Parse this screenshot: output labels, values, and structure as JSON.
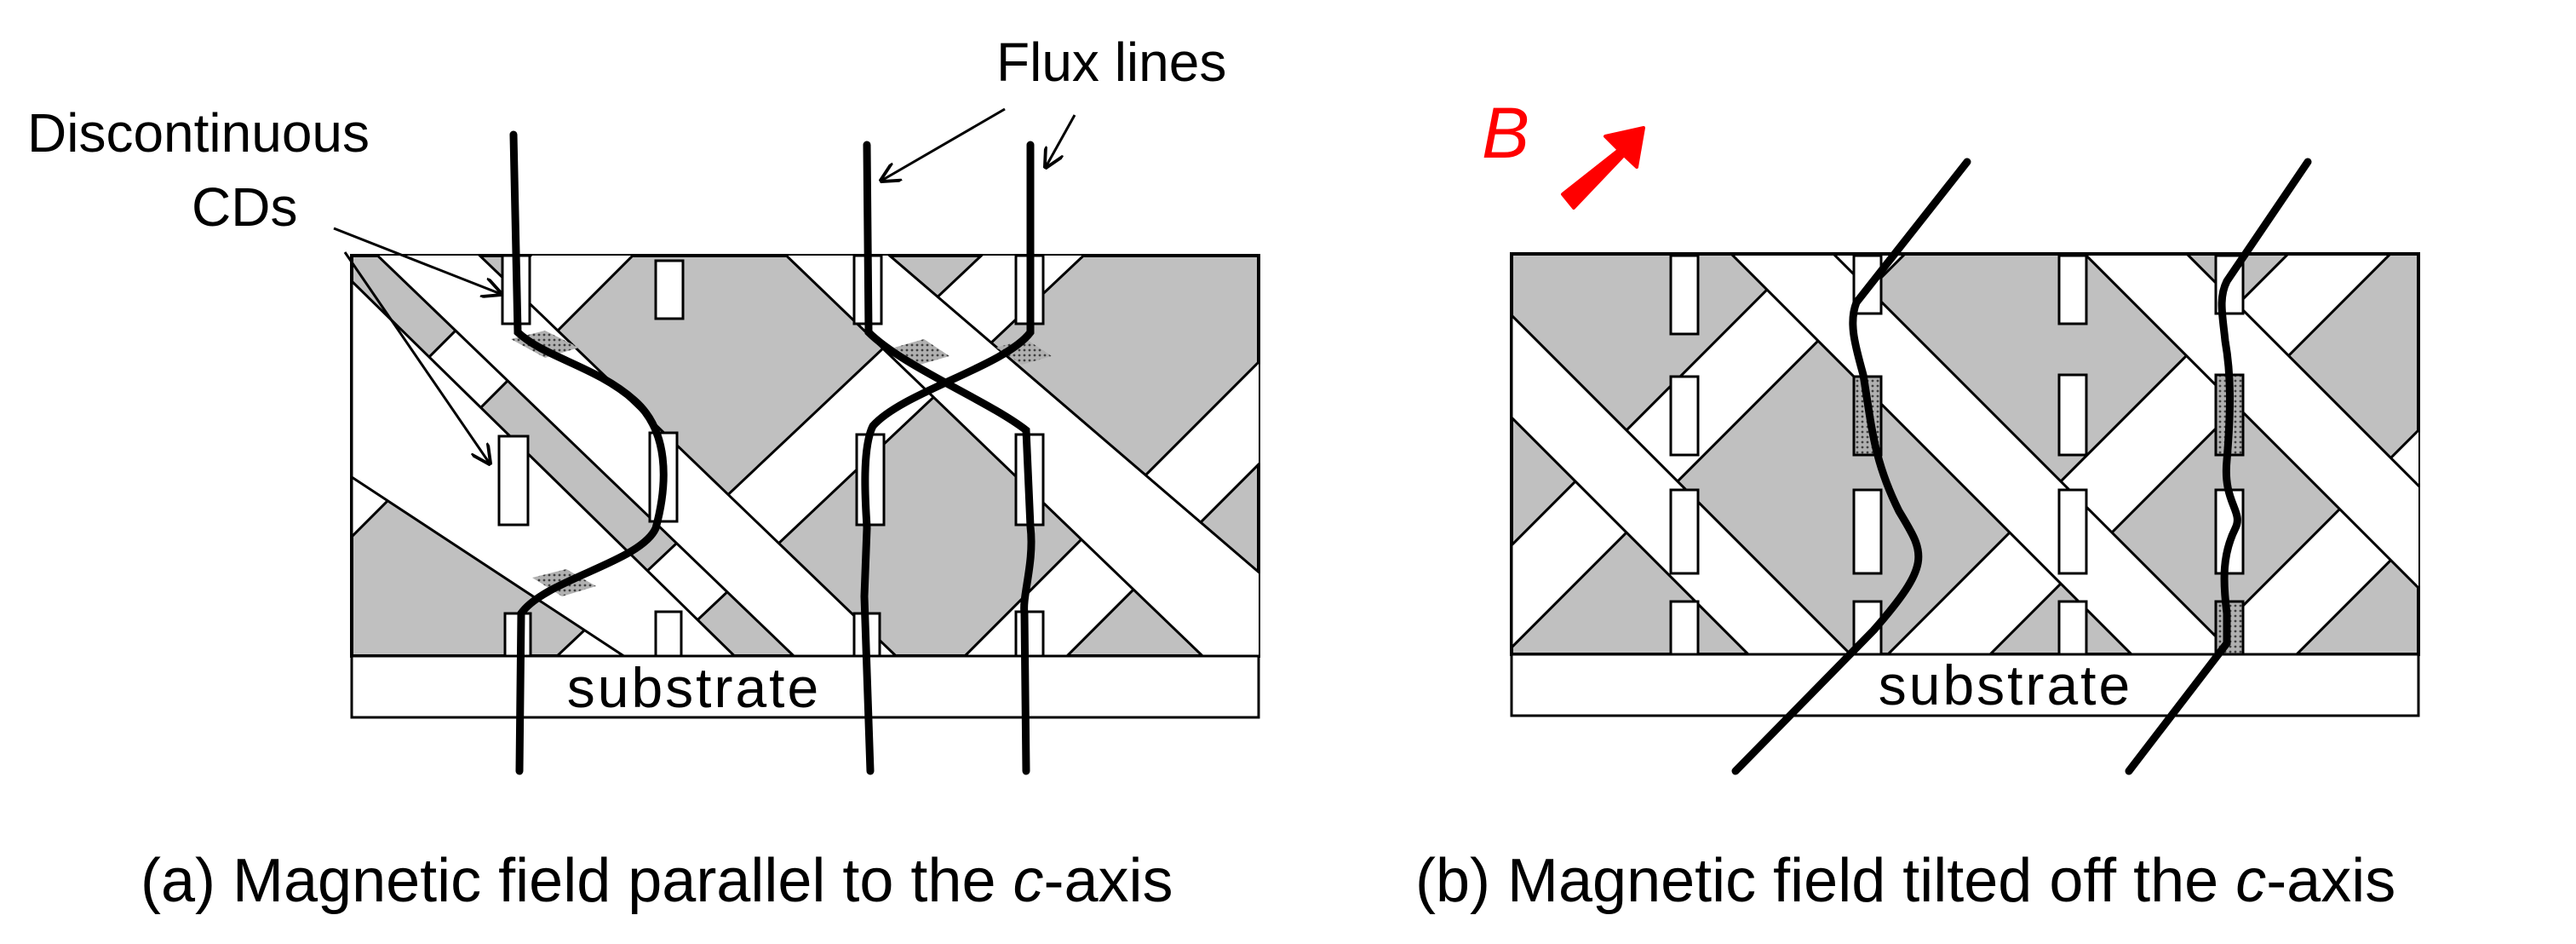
{
  "labels": {
    "flux_lines": "Flux lines",
    "discontinuous_line1": "Discontinuous",
    "discontinuous_line2": "CDs",
    "substrate_a": "substrate",
    "substrate_b": "substrate",
    "field_symbol": "B"
  },
  "captions": {
    "a_pre": "(a) Magnetic field parallel to the ",
    "a_italic": "c",
    "a_post": "-axis",
    "b_pre": "(b) Magnetic field tilted off the ",
    "b_italic": "c",
    "b_post": "-axis"
  },
  "colors": {
    "film": "#c0c0c0",
    "line": "#000000",
    "field_arrow": "#ff0000",
    "pinned_fill": "#808080"
  }
}
